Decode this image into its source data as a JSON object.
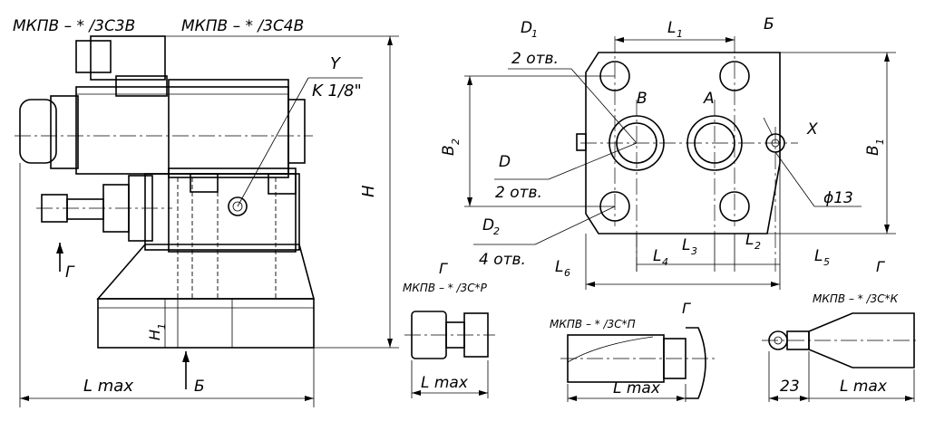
{
  "labels": {
    "title_left_1": "МКПВ – * /3С3В",
    "title_left_2": "МКПВ – * /3С4В",
    "view_b": "Б",
    "y": "Y",
    "k18": "K 1/8\"",
    "h": "H",
    "h1": "H",
    "h1_sub": "1",
    "lmax_main": "L max",
    "arrow_b": "Б",
    "arrow_g": "Г",
    "d1": "D",
    "d1_sub": "1",
    "d1_count": "2 отв.",
    "l1": "L",
    "l1_sub": "1",
    "b": "B",
    "a": "A",
    "b2": "B",
    "b2_sub": "2",
    "b1": "B",
    "b1_sub": "1",
    "x": "X",
    "d": "D",
    "d_count": "2 отв.",
    "phi13": "ϕ13",
    "d2": "D",
    "d2_sub": "2",
    "d2_count": "4 отв.",
    "l3": "L",
    "l3_sub": "3",
    "l2": "L",
    "l2_sub": "2",
    "l4": "L",
    "l4_sub": "4",
    "l5": "L",
    "l5_sub": "5",
    "l6": "L",
    "l6_sub": "6",
    "g_p": "Г",
    "title_p": "МКПВ – * /3С*Р",
    "lmax_p": "L max",
    "g_n": "Г",
    "title_n": "МКПВ – * /3С*П",
    "lmax_n": "L max",
    "g_k": "Г",
    "title_k": "МКПВ – * /3С*К",
    "dim_23": "23",
    "lmax_k": "L max"
  }
}
